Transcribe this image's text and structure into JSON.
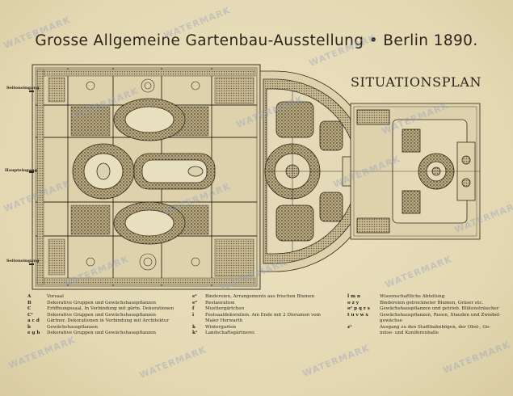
{
  "document": {
    "title": "Grosse Allgemeine Gartenbau-Ausstellung • Berlin 1890.",
    "subtitle": "SITUATIONSPLAN"
  },
  "plan_labels": {
    "entrance_top": "Seiteneingang",
    "entrance_main": "Haupteingang",
    "entrance_bottom": "Seiteneingang"
  },
  "legend": {
    "col1": [
      {
        "key": "A",
        "desc": "Vorsaal"
      },
      {
        "key": "B",
        "desc": "Dekorative Gruppen und Gewächshauspflanzen"
      },
      {
        "key": "C",
        "desc": "Eröffnungssaal, In Verbindung mit gärtn. Dekorationen"
      },
      {
        "key": "C¹",
        "desc": "Dekorative Gruppen und Gewächshauspflanzen"
      },
      {
        "key": "a c d",
        "desc": "Gärtner. Dekorationen in Verbindung mit Architektur"
      },
      {
        "key": "b",
        "desc": "Gewächshauspflanzen"
      },
      {
        "key": "e g h",
        "desc": "Dekorative Gruppen und Gewächshauspflanzen"
      }
    ],
    "col2": [
      {
        "key": "e¹",
        "desc": "Bindereien, Arrangements aus frischen Blumen"
      },
      {
        "key": "e²",
        "desc": "Restauration"
      },
      {
        "key": "f",
        "desc": "Musttergärtchen"
      },
      {
        "key": "i",
        "desc": "Festsaaldekoration.  Am Ende mit 2 Dioramen vom"
      },
      {
        "key": "",
        "desc": "Maler Herwarth"
      },
      {
        "key": "k",
        "desc": "Wintergarten"
      },
      {
        "key": "k¹",
        "desc": "Landschaftsgärtnerei"
      }
    ],
    "col3": [
      {
        "key": "l m n",
        "desc": "Wissenschaftliche Abteilung"
      },
      {
        "key": "o z y",
        "desc": "Bindereien getrockneter Blumen, Gräser etc."
      },
      {
        "key": "o¹ p q r s",
        "desc": "Gewächshauspflanzen und getrieb. Blütensträucher"
      },
      {
        "key": "t u v w x",
        "desc": "Gewächshauspflanzen, Rosen, Stauden und Zwiebel-"
      },
      {
        "key": "",
        "desc": "gewächse"
      },
      {
        "key": "z¹",
        "desc": "Ausgang zu den Stadtbahnbögen, der Obst-, Ge-"
      },
      {
        "key": "",
        "desc": "müse- und Koniferenhalle"
      }
    ]
  },
  "watermark_text": "WATERMARK",
  "colors": {
    "paper": "#e6dcb9",
    "ink": "#2a241c",
    "watermark": "#96a0be"
  }
}
